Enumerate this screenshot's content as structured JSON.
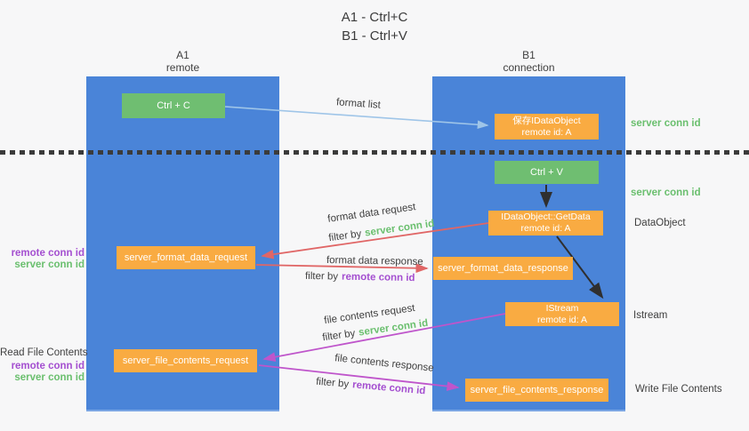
{
  "title": {
    "line1": "A1 - Ctrl+C",
    "line2": "B1 - Ctrl+V"
  },
  "lanes": {
    "a": {
      "name": "A1",
      "subtitle": "remote"
    },
    "b": {
      "name": "B1",
      "subtitle": "connection"
    }
  },
  "nodes": {
    "ctrl_c": "Ctrl + C",
    "ctrl_v": "Ctrl + V",
    "save_idataobject": {
      "line1": "保存IDataObject",
      "line2": "remote id: A"
    },
    "getdata": {
      "line1": "IDataObject::GetData",
      "line2": "remote id: A"
    },
    "istream": {
      "line1": "IStream",
      "line2": "remote id: A"
    },
    "format_request": "server_format_data_request",
    "format_response": "server_format_data_response",
    "file_request": "server_file_contents_request",
    "file_response": "server_file_contents_response"
  },
  "edge_labels": {
    "format_list": "format list",
    "format_data_request": "format data request",
    "format_data_response": "format data response",
    "file_contents_request": "file contents request",
    "file_contents_response": "file contents response",
    "filter_by": "filter by",
    "server_conn_id": "server conn id",
    "remote_conn_id": "remote conn id"
  },
  "side_labels": {
    "server_conn_id_top": "server conn id",
    "server_conn_id_mid": "server conn id",
    "dataobject": "DataObject",
    "istream": "Istream",
    "write_file_contents": "Write File Contents",
    "read_file_contents": "Read File Contents",
    "remote_conn_id": "remote conn id",
    "server_conn_id": "server conn id"
  },
  "colors": {
    "lane_blue": "#4a84d8",
    "box_green": "#6fbe71",
    "box_orange": "#f9ab42",
    "arrow_red": "#e06666",
    "arrow_light_blue": "#9fc5e8",
    "arrow_magenta": "#bf55cb",
    "arrow_black": "#2f2f2f",
    "text_green": "#6abf6e",
    "text_purple": "#a44fd0",
    "background": "#f7f7f8"
  }
}
